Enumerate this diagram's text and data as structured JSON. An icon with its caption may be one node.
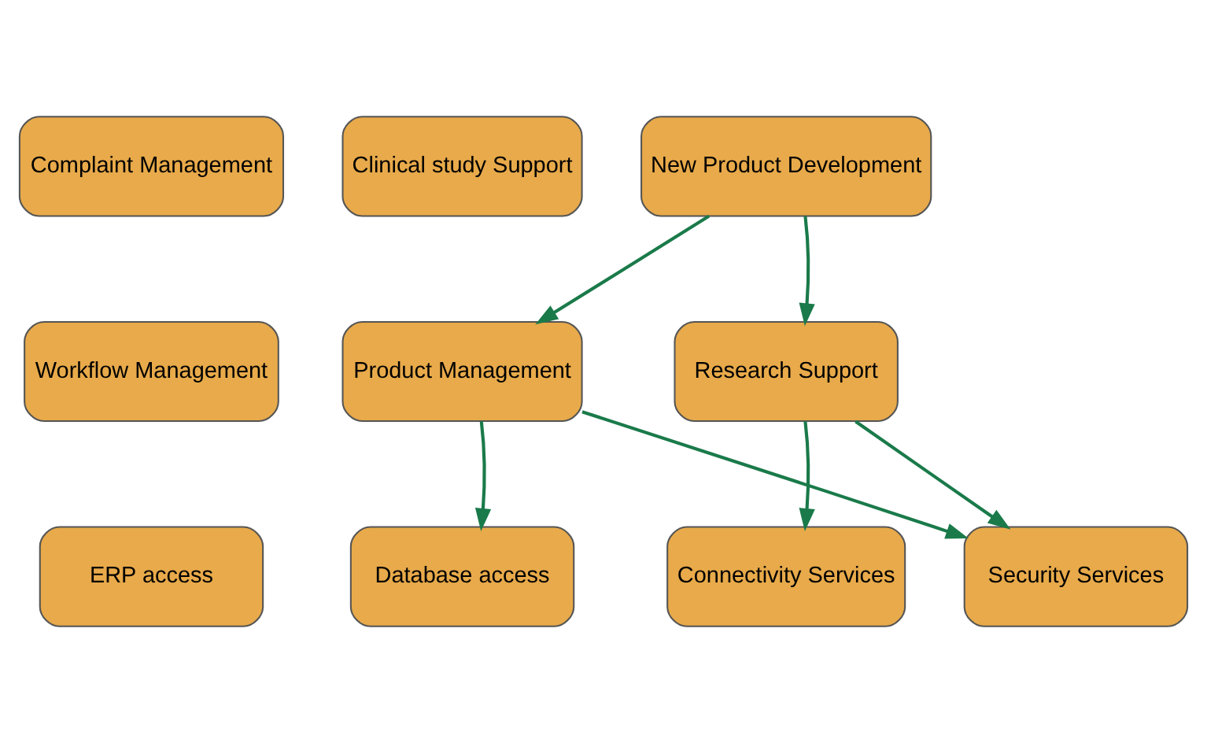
{
  "diagram": {
    "nodes": [
      {
        "text": [
          "Complaint Management"
        ]
      },
      {
        "text": [
          "Clinical study Support"
        ]
      },
      {
        "text": [
          "New Product Development"
        ]
      },
      {
        "text": [
          "Workflow Management"
        ]
      },
      {
        "text": [
          "Product Management"
        ]
      },
      {
        "text": [
          "Research Support"
        ]
      },
      {
        "text": [
          "ERP access"
        ]
      },
      {
        "text": [
          "Database access"
        ]
      },
      {
        "text": [
          "Connectivity Services"
        ]
      },
      {
        "text": [
          "Security Services"
        ]
      }
    ],
    "edges": [
      {
        "from": 2,
        "to": 4,
        "arrow": "to"
      },
      {
        "from": 2,
        "to": 5,
        "arrow": "to"
      },
      {
        "from": 4,
        "to": 7,
        "arrow": "to"
      },
      {
        "from": 4,
        "to": 9,
        "arrow": "to"
      },
      {
        "from": 5,
        "to": 8,
        "arrow": "to"
      },
      {
        "from": 5,
        "to": 9,
        "arrow": "to"
      }
    ]
  }
}
